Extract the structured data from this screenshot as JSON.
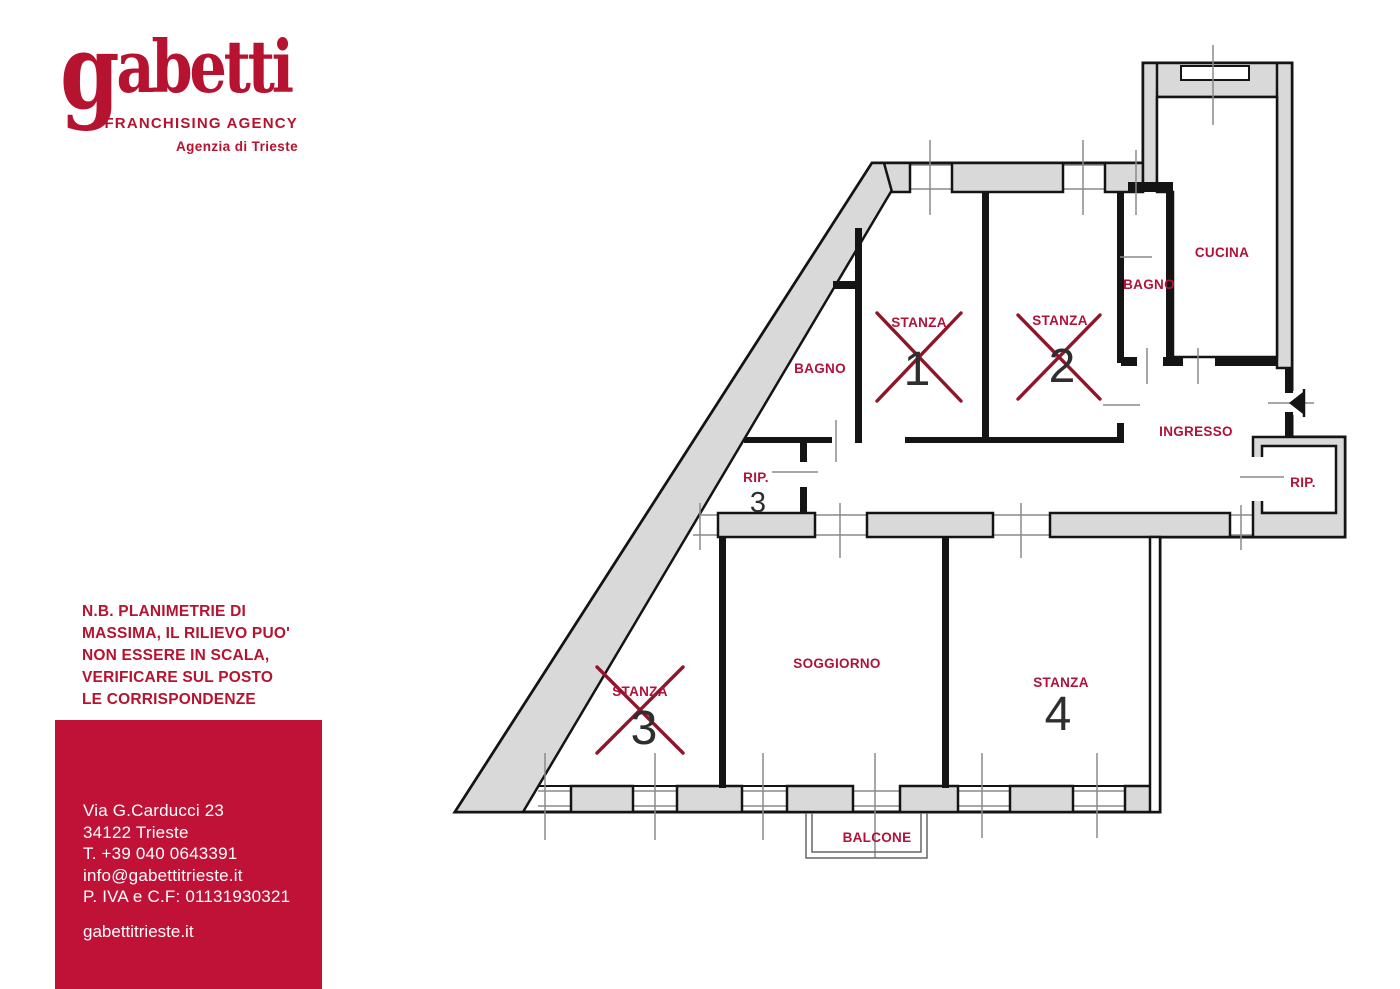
{
  "logo": {
    "brand": "gabetti",
    "tagline": "FRANCHISING AGENCY",
    "agency": "Agenzia di Trieste",
    "brand_color": "#b5132f"
  },
  "disclaimer": {
    "text": "N.B. PLANIMETRIE DI\nMASSIMA, IL RILIEVO PUO'\nNON ESSERE IN SCALA,\nVERIFICARE SUL POSTO\nLE CORRISPONDENZE"
  },
  "contact": {
    "lines": [
      "Via G.Carducci 23",
      "34122 Trieste",
      "T. +39 040 0643391",
      "info@gabettitrieste.it",
      "P. IVA e C.F: 01131930321"
    ],
    "website": "gabettitrieste.it",
    "box_color": "#c01236"
  },
  "floorplan": {
    "rooms": {
      "stanza1": {
        "label": "STANZA",
        "number": "1",
        "crossed_out": true
      },
      "stanza2": {
        "label": "STANZA",
        "number": "2",
        "crossed_out": true
      },
      "stanza3": {
        "label": "STANZA",
        "number": "3",
        "crossed_out": true
      },
      "stanza4": {
        "label": "STANZA",
        "number": "4",
        "crossed_out": false
      },
      "bagno_left": {
        "label": "BAGNO"
      },
      "bagno_right": {
        "label": "BAGNO"
      },
      "cucina": {
        "label": "CUCINA"
      },
      "ingresso": {
        "label": "INGRESSO"
      },
      "rip_left": {
        "label": "RIP.",
        "number": "3"
      },
      "rip_right": {
        "label": "RIP."
      },
      "soggiorno": {
        "label": "SOGGIORNO"
      },
      "balcone": {
        "label": "BALCONE"
      }
    },
    "colors": {
      "wall_fill": "#d9d9d9",
      "wall_stroke": "#141414",
      "label": "#b0123a",
      "cross": "#8e1628",
      "number": "#2e2e2e",
      "tick": "#8a8a8a"
    }
  }
}
